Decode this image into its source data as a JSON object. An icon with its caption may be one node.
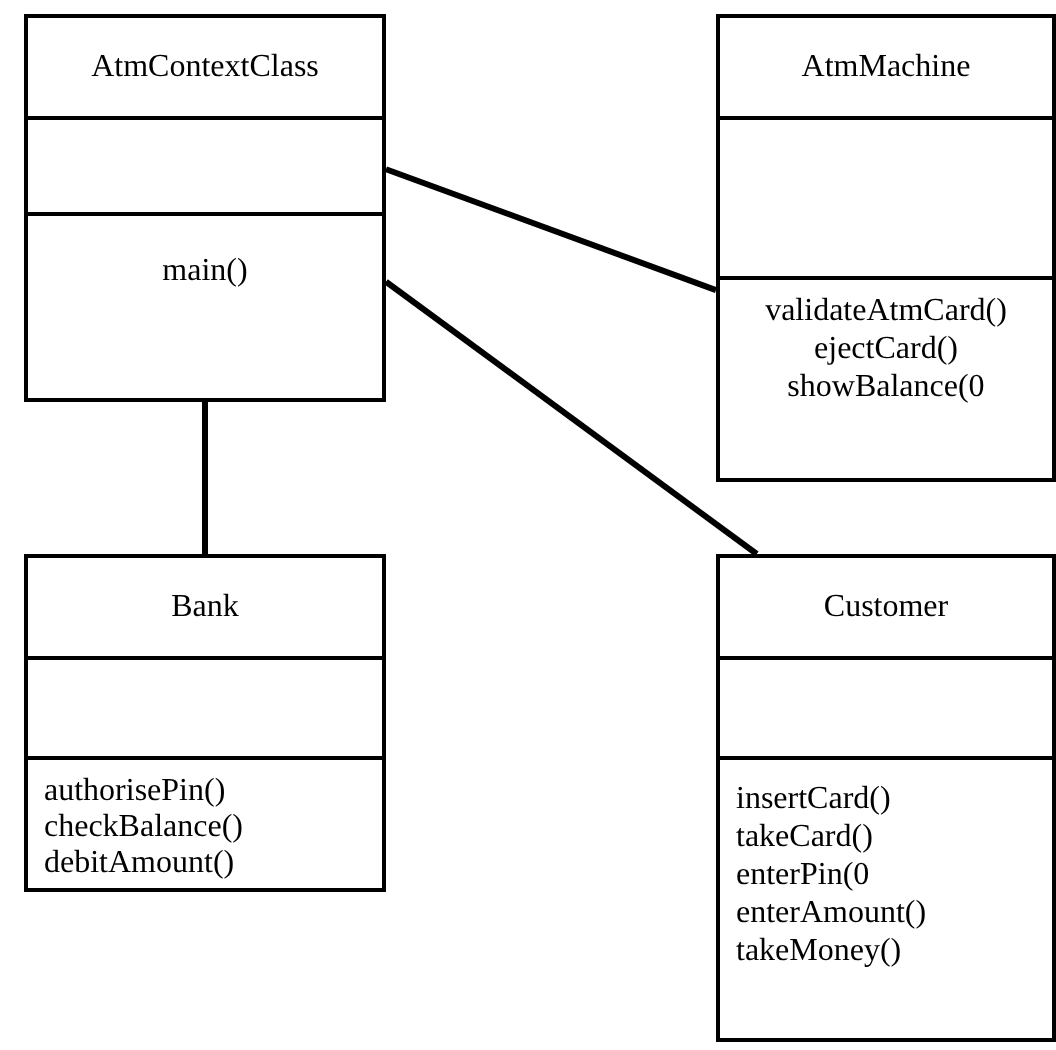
{
  "diagram": {
    "nodes": [
      {
        "text": [
          "AtmContextClass",
          "main()"
        ]
      },
      {
        "text": [
          "AtmMachine",
          "validateAtmCard()",
          "ejectCard()",
          "showBalance(0"
        ]
      },
      {
        "text": [
          "Bank",
          "authorisePin()",
          "checkBalance()",
          "debitAmount()"
        ]
      },
      {
        "text": [
          "Customer",
          "insertCard()",
          "takeCard()",
          "enterPin(0",
          "enterAmount()",
          "takeMoney()"
        ]
      }
    ],
    "edges": [
      {
        "from": 0,
        "to": 1,
        "arrow": "none"
      },
      {
        "from": 0,
        "to": 3,
        "arrow": "none"
      },
      {
        "from": 0,
        "to": 2,
        "arrow": "none"
      }
    ]
  }
}
